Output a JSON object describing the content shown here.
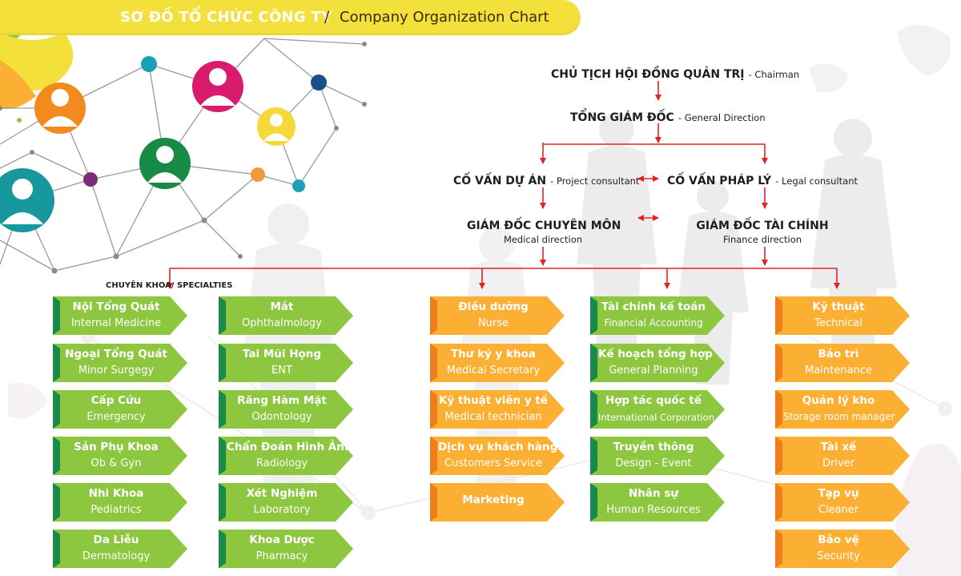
{
  "header": {
    "title_vn": "SƠ ĐỒ TỔ CHỨC CÔNG TY",
    "separator": "/",
    "title_en": "Company Organization Chart"
  },
  "executives": {
    "chairman": {
      "vn": "CHỦ TỊCH HỘI ĐỒNG QUẢN TRỊ",
      "en": "Chairman"
    },
    "general_director": {
      "vn": "TỔNG GIÁM ĐỐC",
      "en": "General Direction"
    },
    "project_consultant": {
      "vn": "CỐ VẤN DỰ ÁN",
      "en": "Project consultant"
    },
    "legal_consultant": {
      "vn": "CỐ VẤN PHÁP LÝ",
      "en": "Legal consultant"
    },
    "medical_director": {
      "vn": "GIÁM ĐỐC CHUYÊN MÔN",
      "en": "Medical direction"
    },
    "finance_director": {
      "vn": "GIÁM ĐỐC TÀI CHÍNH",
      "en": "Finance direction"
    }
  },
  "specialties_label": "CHUYÊN KHOA/ SPECIALTIES",
  "colors": {
    "green_light": "#8dc63f",
    "green_dark": "#1a8a4a",
    "orange_light": "#fbb034",
    "orange_dark": "#ef7d1a",
    "arrow_red": "#e02424",
    "title_yellow": "#f3e03a"
  },
  "specialties_col1": [
    {
      "vn": "Nội Tổng Quát",
      "en": "Internal Medicine"
    },
    {
      "vn": "Ngoại Tổng Quát",
      "en": "Minor Surgegy"
    },
    {
      "vn": "Cấp Cứu",
      "en": "Emergency"
    },
    {
      "vn": "Sản Phụ Khoa",
      "en": "Ob & Gyn"
    },
    {
      "vn": "Nhi Khoa",
      "en": "Pediatrics"
    },
    {
      "vn": "Da Liễu",
      "en": "Dermatology"
    }
  ],
  "specialties_col2": [
    {
      "vn": "Mắt",
      "en": "Ophthalmology"
    },
    {
      "vn": "Tai Mũi Họng",
      "en": "ENT"
    },
    {
      "vn": "Răng Hàm Mặt",
      "en": "Odontology"
    },
    {
      "vn": "Chẩn Đoán Hình Ảnh",
      "en": "Radiology"
    },
    {
      "vn": "Xét Nghiệm",
      "en": "Laboratory"
    },
    {
      "vn": "Khoa Dược",
      "en": "Pharmacy"
    }
  ],
  "medical_support": [
    {
      "vn": "Điều dưỡng",
      "en": "Nurse"
    },
    {
      "vn": "Thư ký y khoa",
      "en": "Medical Secretary"
    },
    {
      "vn": "Kỹ thuật viên y tế",
      "en": "Medical technician"
    },
    {
      "vn": "Dịch vụ khách hàng",
      "en": "Customers Service"
    },
    {
      "vn": "Marketing",
      "en": ""
    }
  ],
  "finance_depts": [
    {
      "vn": "Tài chính kế toán",
      "en": "Financial Accounting"
    },
    {
      "vn": "Kế hoạch tổng hợp",
      "en": "General Planning"
    },
    {
      "vn": "Hợp tác quốc tế",
      "en": "International Corporation"
    },
    {
      "vn": "Truyền thông",
      "en": "Design - Event"
    },
    {
      "vn": "Nhân sự",
      "en": "Human Resources"
    }
  ],
  "operations": [
    {
      "vn": "Kỹ thuật",
      "en": "Technical"
    },
    {
      "vn": "Bảo trì",
      "en": "Maintenance"
    },
    {
      "vn": "Quản lý kho",
      "en": "Storage room manager"
    },
    {
      "vn": "Tài xế",
      "en": "Driver"
    },
    {
      "vn": "Tạp vụ",
      "en": "Cleaner"
    },
    {
      "vn": "Bảo vệ",
      "en": "Security"
    }
  ]
}
